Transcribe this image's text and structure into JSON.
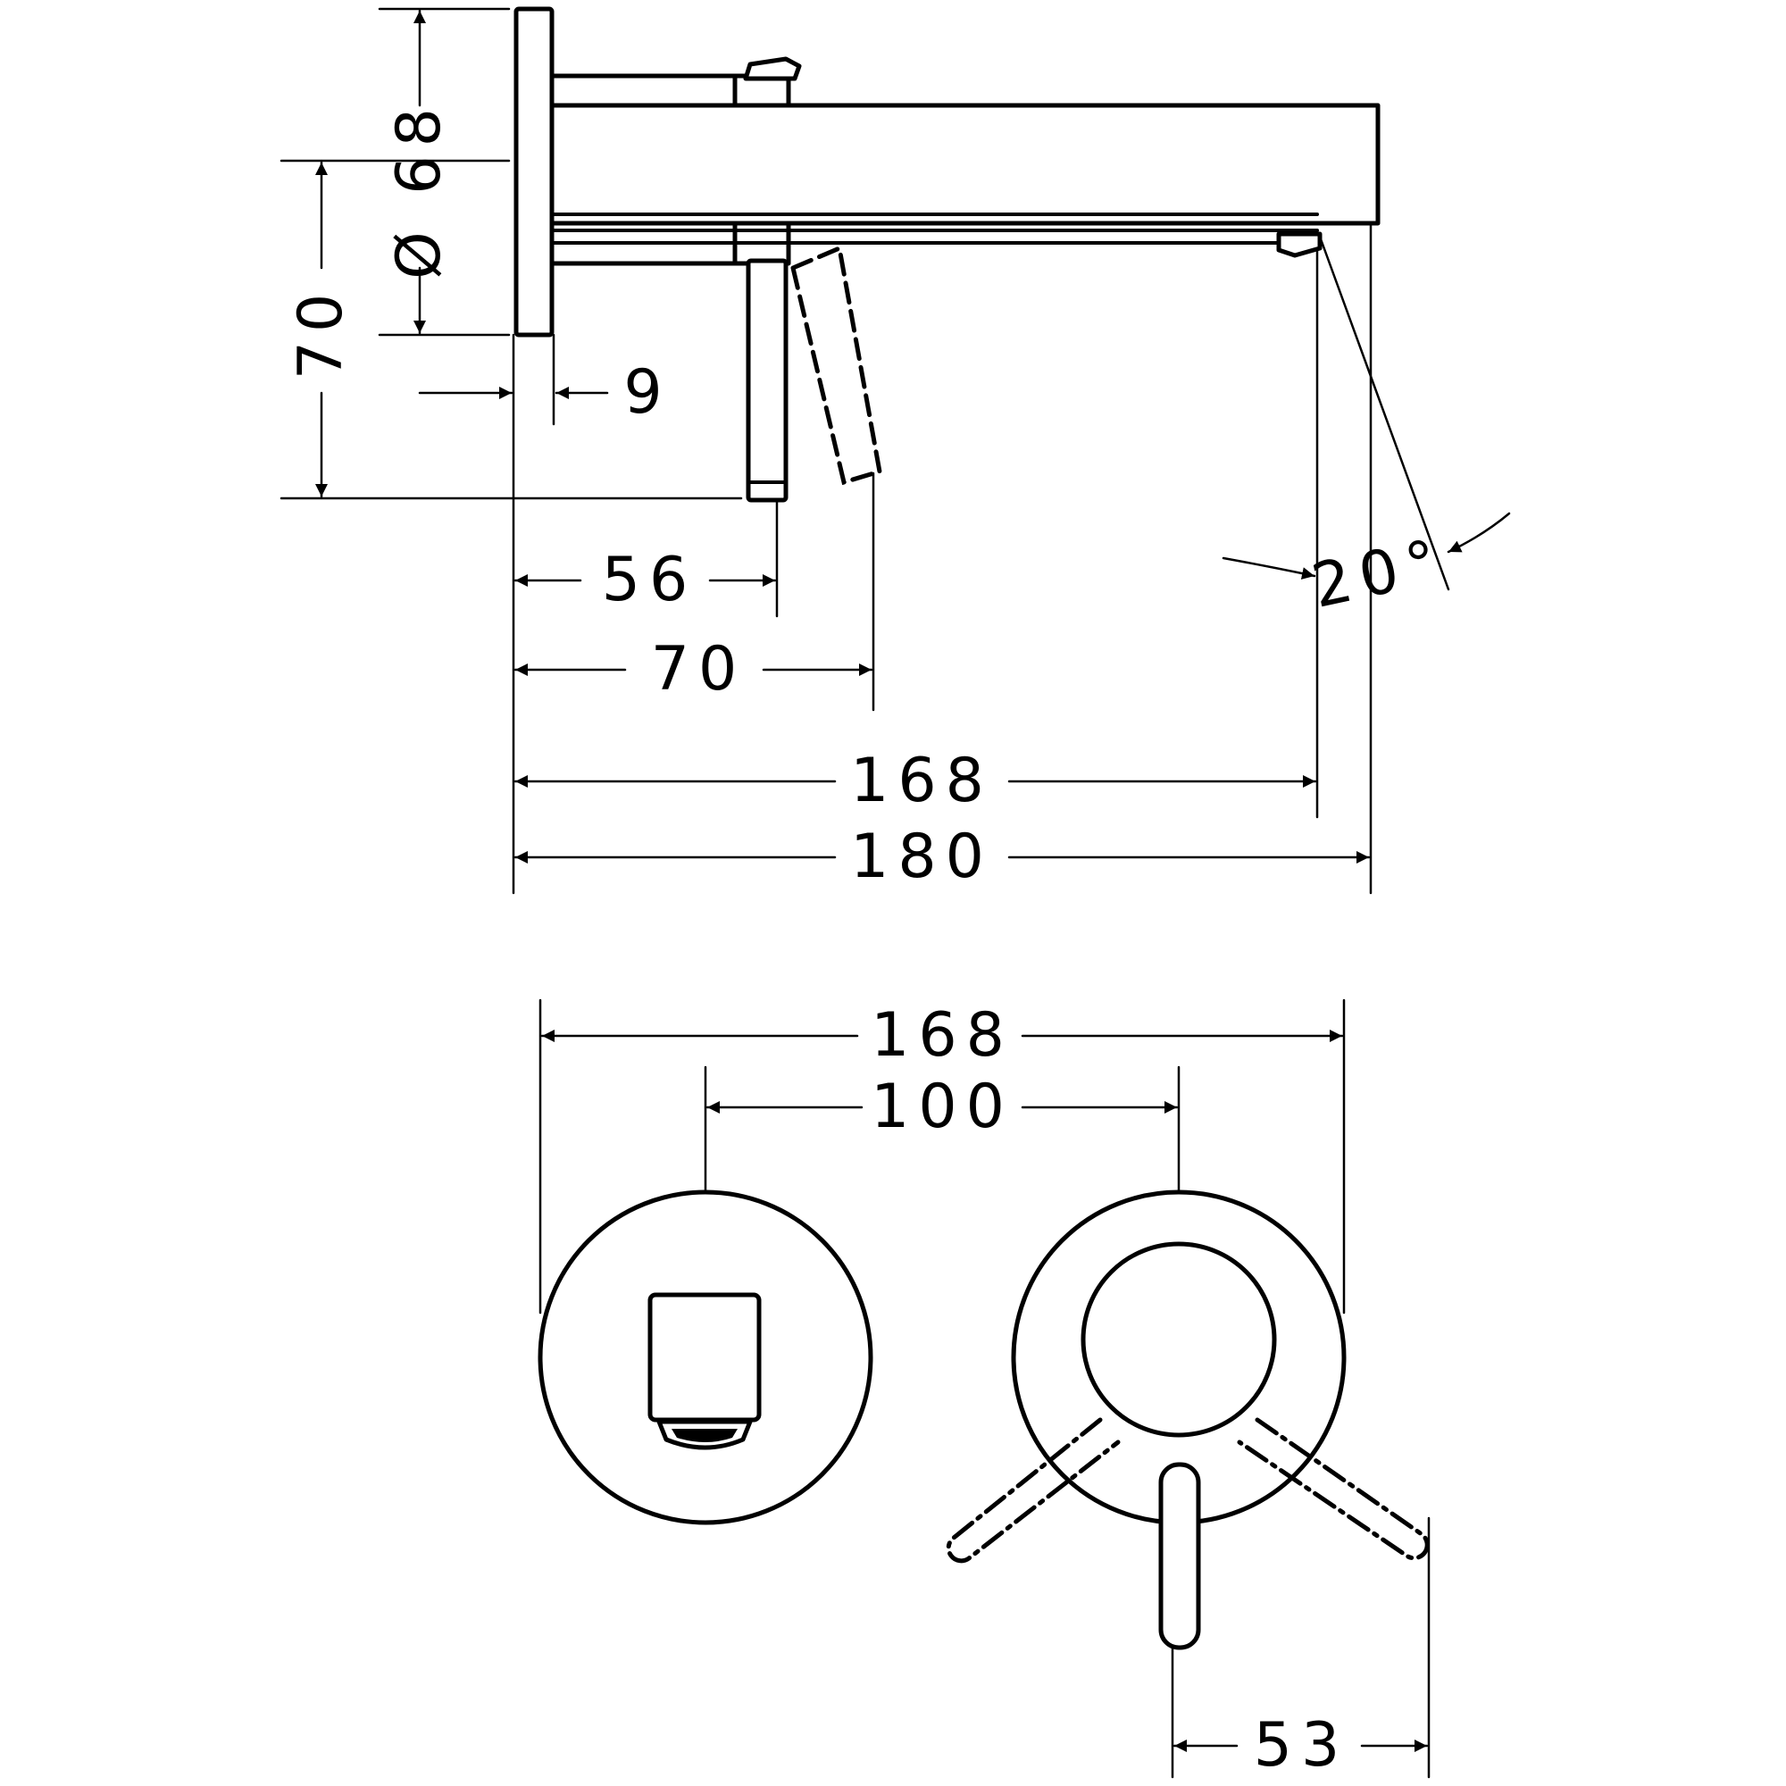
{
  "side_view": {
    "dims": {
      "rosette_diameter": "Ø 68",
      "height": "70",
      "rosette_thickness": "9",
      "lever_offset": "56",
      "lever_swing": "70",
      "spout_outlet": "168",
      "spout_length": "180",
      "spout_angle": "20°"
    }
  },
  "front_view": {
    "dims": {
      "overall_width": "168",
      "center_distance": "100",
      "lever_reach": "53"
    }
  }
}
